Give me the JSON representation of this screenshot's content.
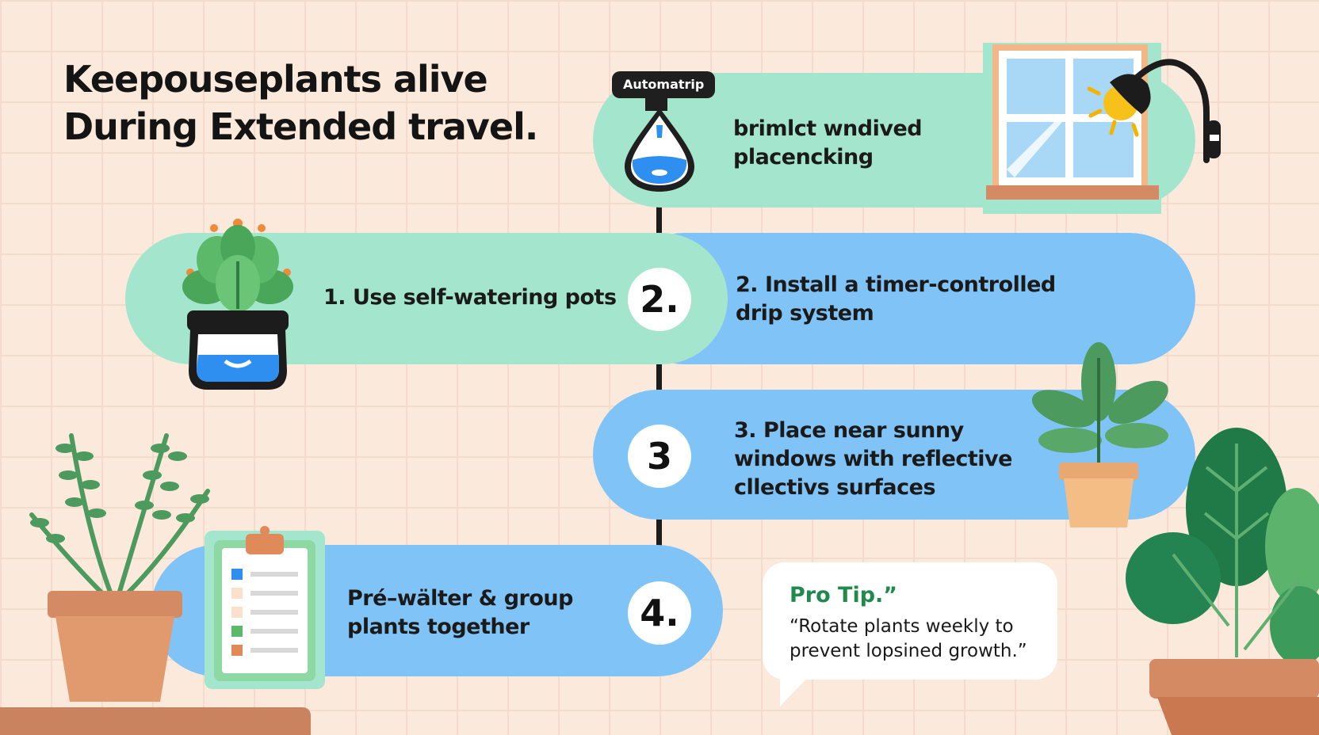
{
  "title": {
    "line1": "Keepouseplants alive",
    "line2": "During Extended travel."
  },
  "tag": {
    "label": "Automatrip"
  },
  "top_card": {
    "line1": "brimlct wndived",
    "line2": "placencking"
  },
  "steps": [
    {
      "text": "1. Use self-watering pots"
    },
    {
      "number": "2.",
      "line1": "2. Install a timer-controlled",
      "line2": "drip system"
    },
    {
      "number": "3",
      "line1": "3. Place near sunny",
      "line2": "windows with reflective",
      "line3": "cllectivs surfaces"
    },
    {
      "number": "4.",
      "line1": "Pré–wälter & group",
      "line2": "plants together"
    }
  ],
  "tip": {
    "title": "Pro Tip.”",
    "line1": "“Rotate plants weekly to",
    "line2": "prevent lopsined growth.”"
  },
  "colors": {
    "green": "#a4e6cd",
    "blue": "#80c4f7",
    "background": "#fbeadb",
    "accent_green": "#1f8a4c"
  },
  "icons": [
    "water-drop-icon",
    "window-icon",
    "wall-lamp-icon",
    "succulent-pot-icon",
    "fern-plant-icon",
    "clipboard-checklist-icon",
    "leafy-plant-icon",
    "large-plant-icon"
  ]
}
